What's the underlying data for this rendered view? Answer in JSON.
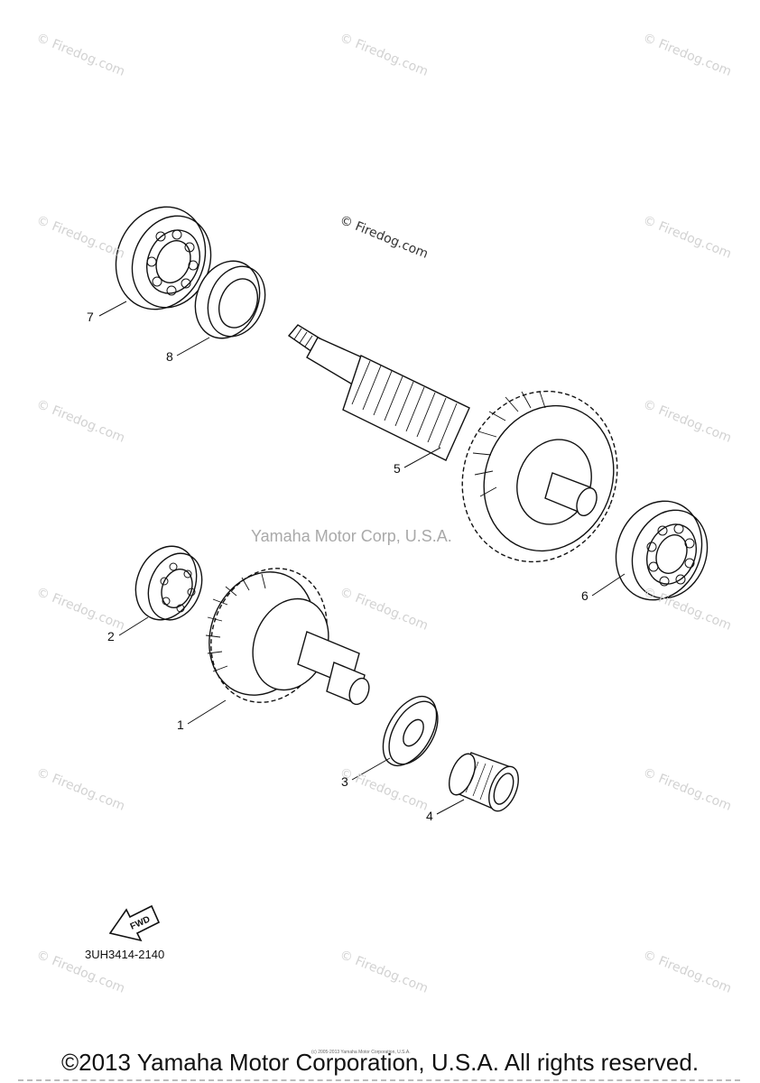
{
  "watermark_text": "© Firedog.com",
  "center_watermark": "Yamaha Motor Corp, U.S.A.",
  "callouts": [
    "1",
    "2",
    "3",
    "4",
    "5",
    "6",
    "7",
    "8"
  ],
  "fwd_label": "FWD",
  "diagram_code": "3UH3414-2140",
  "tiny_notice": "(c) 2005-2013 Yamaha Motor Corporation, U.S.A.",
  "copyright": "©2013 Yamaha Motor Corporation, U.S.A. All rights reserved."
}
